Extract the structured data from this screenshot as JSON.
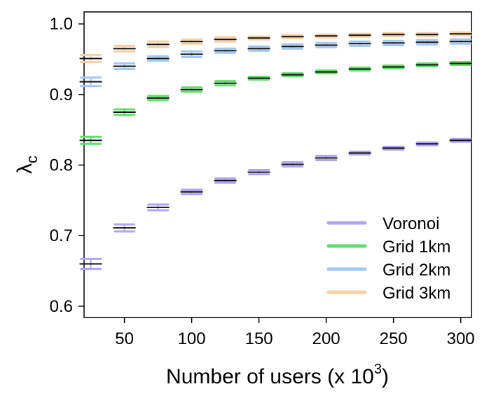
{
  "chart_data": {
    "type": "scatter",
    "title": "",
    "xlabel": "Number of users (x 10",
    "xlabel_superscript": "3",
    "xlabel_close": ")",
    "ylabel": "λ",
    "ylabel_subscript": "c",
    "xlim": [
      20,
      308
    ],
    "ylim": [
      0.584,
      1.017
    ],
    "x_ticks": [
      50,
      100,
      150,
      200,
      250,
      300
    ],
    "y_ticks": [
      0.6,
      0.7,
      0.8,
      0.9,
      1.0
    ],
    "x_tick_labels": [
      "50",
      "100",
      "150",
      "200",
      "250",
      "300"
    ],
    "y_tick_labels": [
      "0.6",
      "0.7",
      "0.8",
      "0.9",
      "1.0"
    ],
    "grid": false,
    "legend_position": "bottom-right",
    "x": [
      25,
      50,
      75,
      100,
      125,
      150,
      175,
      200,
      225,
      250,
      275,
      300
    ],
    "series": [
      {
        "name": "Voronoi",
        "color": "#b0a4f5",
        "values": [
          0.66,
          0.711,
          0.74,
          0.762,
          0.778,
          0.79,
          0.801,
          0.81,
          0.817,
          0.824,
          0.83,
          0.835
        ],
        "err": [
          0.007,
          0.005,
          0.004,
          0.003,
          0.003,
          0.003,
          0.003,
          0.003,
          0.002,
          0.002,
          0.002,
          0.002
        ]
      },
      {
        "name": "Grid 1km",
        "color": "#5ee06a",
        "values": [
          0.835,
          0.875,
          0.895,
          0.907,
          0.916,
          0.923,
          0.928,
          0.932,
          0.936,
          0.939,
          0.942,
          0.944
        ],
        "err": [
          0.005,
          0.004,
          0.003,
          0.003,
          0.003,
          0.002,
          0.002,
          0.002,
          0.002,
          0.002,
          0.002,
          0.002
        ]
      },
      {
        "name": "Grid 2km",
        "color": "#a4c8f5",
        "values": [
          0.918,
          0.94,
          0.951,
          0.957,
          0.962,
          0.965,
          0.968,
          0.97,
          0.972,
          0.973,
          0.974,
          0.975
        ],
        "err": [
          0.006,
          0.004,
          0.003,
          0.004,
          0.003,
          0.003,
          0.003,
          0.003,
          0.003,
          0.003,
          0.003,
          0.003
        ]
      },
      {
        "name": "Grid 3km",
        "color": "#f7d1a4",
        "values": [
          0.951,
          0.965,
          0.971,
          0.975,
          0.978,
          0.98,
          0.982,
          0.983,
          0.984,
          0.985,
          0.985,
          0.986
        ],
        "err": [
          0.005,
          0.004,
          0.004,
          0.003,
          0.003,
          0.002,
          0.002,
          0.002,
          0.002,
          0.002,
          0.002,
          0.002
        ]
      }
    ]
  }
}
